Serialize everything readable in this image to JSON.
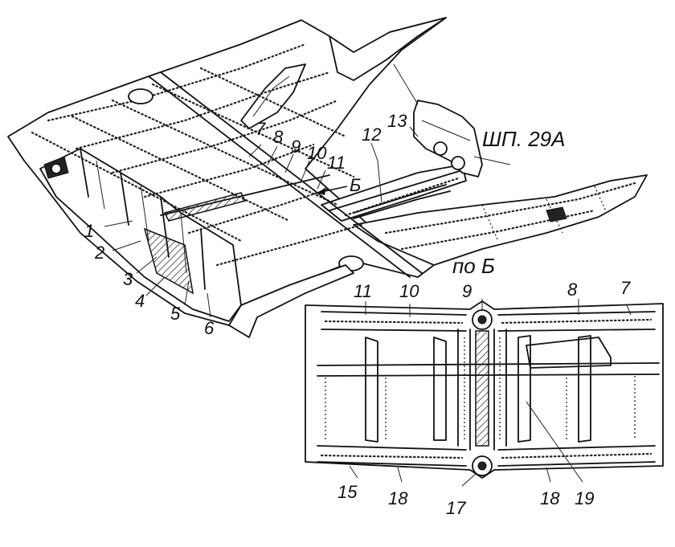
{
  "main_labels": [
    {
      "text": "1"
    },
    {
      "text": "2"
    },
    {
      "text": "3"
    },
    {
      "text": "4"
    },
    {
      "text": "5"
    },
    {
      "text": "6"
    },
    {
      "text": "7"
    },
    {
      "text": "8"
    },
    {
      "text": "9"
    },
    {
      "text": "10"
    },
    {
      "text": "11"
    },
    {
      "text": "12"
    },
    {
      "text": "13"
    }
  ],
  "frame_callout": "ШП. 29А",
  "view_arrow_letter": "Б",
  "inset": {
    "title": "по Б",
    "top_labels": [
      {
        "text": "11"
      },
      {
        "text": "10"
      },
      {
        "text": "9"
      },
      {
        "text": "8"
      },
      {
        "text": "7"
      }
    ],
    "bottom_labels": [
      {
        "text": "15"
      },
      {
        "text": "18"
      },
      {
        "text": "17"
      },
      {
        "text": "18"
      },
      {
        "text": "19"
      }
    ]
  }
}
